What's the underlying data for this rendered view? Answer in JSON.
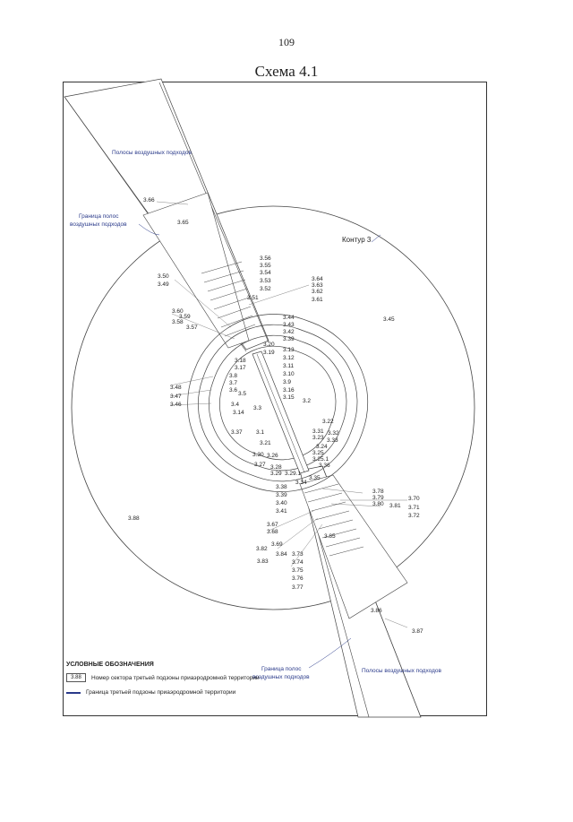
{
  "page_number": "109",
  "title": "Схема 4.1",
  "labels": {
    "approach_top": "Полосы воздушных подходов",
    "approach_bottom": "Полосы воздушных подходов",
    "boundary_top_1": "Граница полос",
    "boundary_top_2": "воздушных подходов",
    "boundary_bottom_1": "Граница полос",
    "boundary_bottom_2": "воздушных подходов",
    "contour": "Контур 3"
  },
  "sectors": {
    "s366": "3.66",
    "s365": "3.65",
    "s356": "3.56",
    "s355": "3.55",
    "s354": "3.54",
    "s353": "3.53",
    "s352": "3.52",
    "s351": "3.51",
    "s350": "3.50",
    "s349": "3.49",
    "s364": "3.64",
    "s363": "3.63",
    "s362": "3.62",
    "s361": "3.61",
    "s345": "3.45",
    "s360": "3.60",
    "s359": "3.59",
    "s358": "3.58",
    "s357": "3.57",
    "s344": "3.44",
    "s343": "3.43",
    "s342": "3.42",
    "s339": "3.39",
    "s320": "3.20",
    "s319": "3.19",
    "s318": "3.18",
    "s317": "3.17",
    "s313": "3.13",
    "s312": "3.12",
    "s311": "3.11",
    "s310": "3.10",
    "s39": "3.9",
    "s316": "3.16",
    "s315": "3.15",
    "s38": "3.8",
    "s37": "3.7",
    "s36": "3.6",
    "s35": "3.5",
    "s348": "3.48",
    "s347": "3.47",
    "s346": "3.46",
    "s34": "3.4",
    "s314": "3.14",
    "s33": "3.3",
    "s32": "3.2",
    "s322": "3.22",
    "s337": "3.37",
    "s31": "3.1",
    "s331": "3.31",
    "s332": "3.32",
    "s323": "3.23",
    "s333": "3.33",
    "s324": "3.24",
    "s325": "3.25",
    "s325_1": "3.25.1",
    "s336": "3.36",
    "s321": "3.21",
    "s330": "3.30",
    "s326": "3.26",
    "s327": "3.27",
    "s328": "3.28",
    "s329": "3.29",
    "s329_1": "3.29.1",
    "s334": "3.34",
    "s335": "3.35",
    "s338": "3.38",
    "s339b": "3.39",
    "s340": "3.40",
    "s341": "3.41",
    "s378": "3.78",
    "s379": "3.79",
    "s380": "3.80",
    "s381": "3.81",
    "s370": "3.70",
    "s371": "3.71",
    "s372": "3.72",
    "s388": "3.88",
    "s367": "3.67",
    "s368": "3.68",
    "s385": "3.85",
    "s382": "3.82",
    "s369": "3.69",
    "s384": "3.84",
    "s383": "3.83",
    "s373": "3.73",
    "s374": "3.74",
    "s375": "3.75",
    "s376": "3.76",
    "s377": "3.77",
    "s386": "3.86",
    "s387": "3.87"
  },
  "legend": {
    "title": "УСЛОВНЫЕ ОБОЗНАЧЕНИЯ",
    "sample": "3.88",
    "item1": "Номер сектора третьей подзоны приаэродромной территории",
    "item2": "Граница третьей подзоны приаэродромной территории"
  },
  "colors": {
    "blue": "#2a3a8a",
    "line": "#444444"
  }
}
